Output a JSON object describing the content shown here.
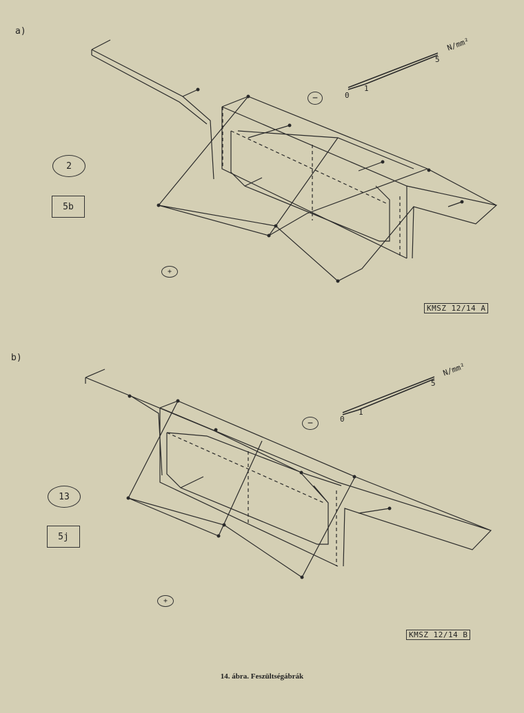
{
  "figure_a": {
    "label": "a)",
    "load_case": "2",
    "section": "5b",
    "minus_sign": "−",
    "plus_sign": "+",
    "scale": {
      "zero": "0",
      "one": "1",
      "five": "5",
      "unit": "N/mm²"
    },
    "reference": "KMSZ 12/14 A"
  },
  "figure_b": {
    "label": "b)",
    "load_case": "13",
    "section": "5j",
    "minus_sign": "−",
    "plus_sign": "+",
    "scale": {
      "zero": "0",
      "one": "1",
      "five": "5",
      "unit": "N/mm²"
    },
    "reference": "KMSZ 12/14 B"
  },
  "caption": "14. ábra. Feszültségábrák",
  "colors": {
    "background": "#d4cfb4",
    "ink": "#222222"
  }
}
